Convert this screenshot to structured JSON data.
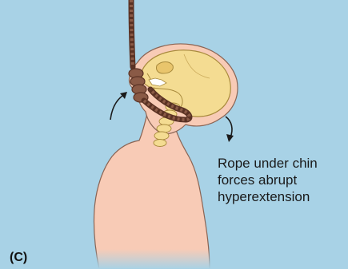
{
  "panel_label": "(C)",
  "caption_lines": [
    "Rope under chin",
    "forces abrupt",
    "hyperextension"
  ],
  "colors": {
    "background": "#a8d2e6",
    "skin": "#f8cbb6",
    "skin_outline": "#8a6454",
    "bone": "#f4dc92",
    "bone_outline": "#a88a3c",
    "rope": "#8a5a46",
    "rope_dark": "#5a3224",
    "arrow": "#1a1a1a"
  },
  "icons": [
    "rope-icon",
    "skull-icon",
    "cervical-spine-icon",
    "curved-arrow-icon"
  ]
}
